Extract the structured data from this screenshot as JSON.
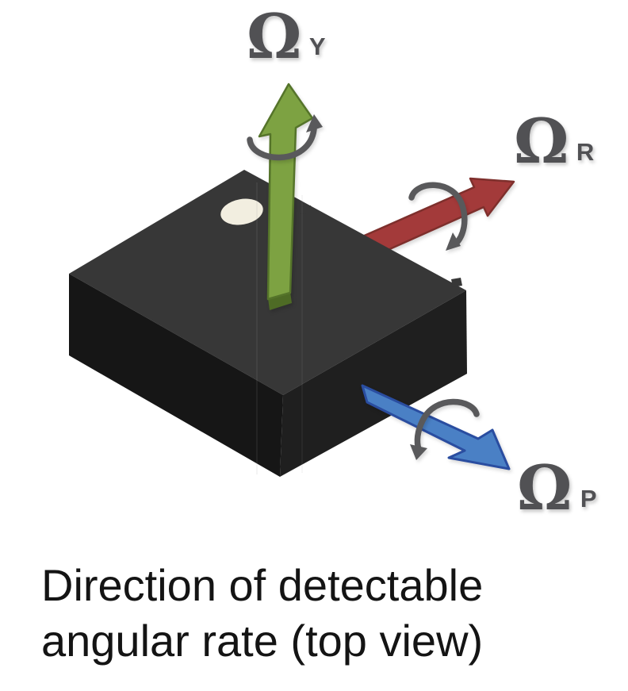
{
  "caption": {
    "line1": "Direction of detectable",
    "line2": "angular rate (top view)"
  },
  "axis_labels": {
    "yaw": {
      "symbol": "Ω",
      "subscript": "Y"
    },
    "roll": {
      "symbol": "Ω",
      "subscript": "R"
    },
    "pitch": {
      "symbol": "Ω",
      "subscript": "P"
    }
  },
  "colors": {
    "yaw_arrow_fill": "#7da242",
    "yaw_arrow_stroke": "#55742a",
    "yaw_arrow_bevel": "#4e6b25",
    "roll_arrow_fill": "#a33a3a",
    "roll_arrow_stroke": "#7e2f2c",
    "pitch_arrow_fill": "#4a80c5",
    "pitch_arrow_stroke": "#2a4da0",
    "rotation_arrow": "#59595b",
    "axis_label_text": "#515154",
    "chip_top": "#373737",
    "chip_side_left": "#161616",
    "chip_side_right": "#1f1f1f",
    "pin1_marker": "#f2eee0",
    "caption_text": "#141414",
    "background": "#ffffff"
  }
}
